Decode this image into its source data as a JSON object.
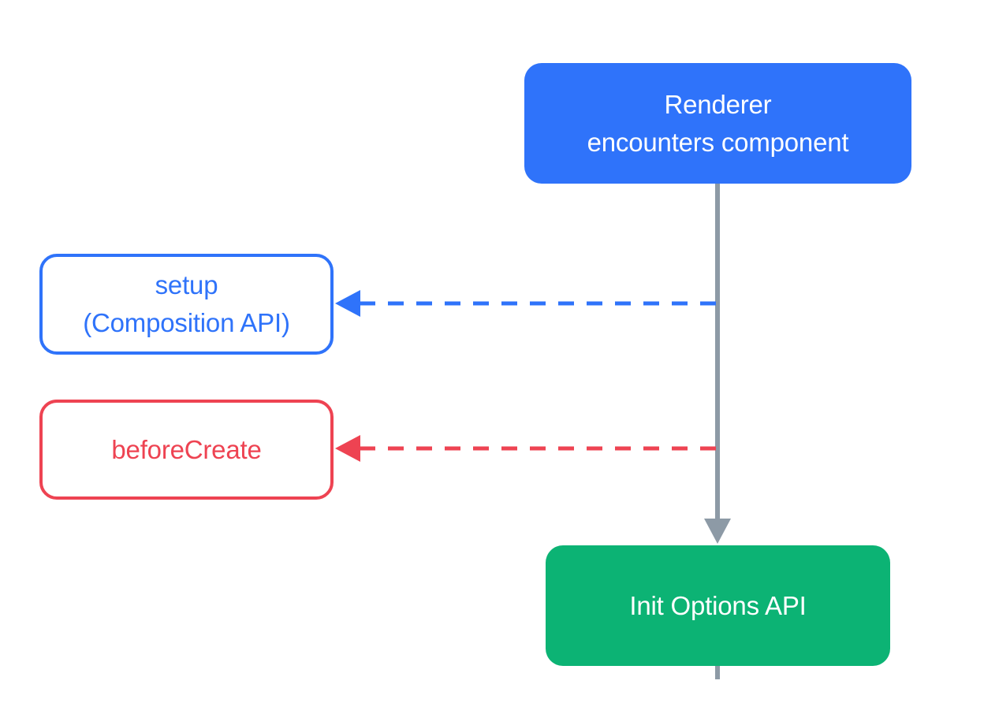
{
  "colors": {
    "renderer": "#2f73fa",
    "init": "#0cb374",
    "setup": "#2f73fa",
    "before_create": "#ee4352",
    "timeline": "#8d9aa6"
  },
  "nodes": {
    "renderer": {
      "line1": "Renderer",
      "line2": "encounters component"
    },
    "setup": {
      "line1": "setup",
      "line2": "(Composition API)"
    },
    "before_create": {
      "label": "beforeCreate"
    },
    "init_options": {
      "label": "Init Options API"
    }
  }
}
